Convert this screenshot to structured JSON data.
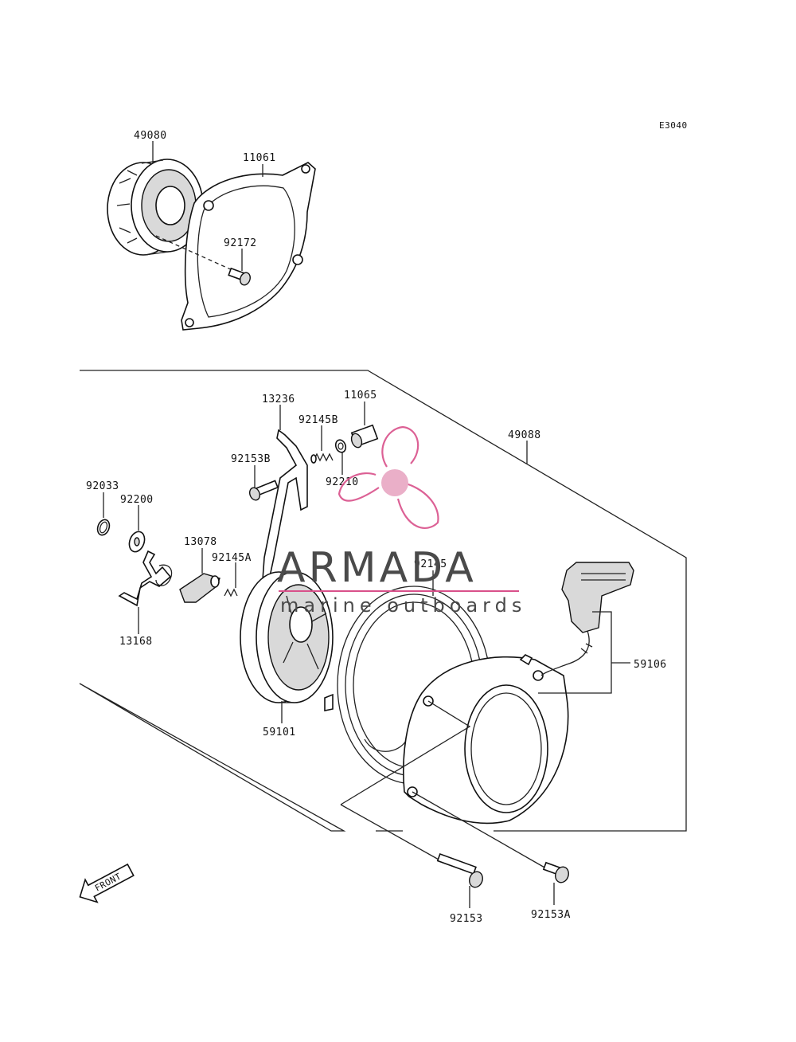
{
  "diagram_code": "E3040",
  "front_label": "FRONT",
  "watermark": {
    "brand": "ARMADA",
    "tagline": "marine outboards",
    "logo_color": "#d9508a"
  },
  "parts": {
    "p49080": "49080",
    "p11061": "11061",
    "p92172": "92172",
    "p13236": "13236",
    "p11065": "11065",
    "p92145B": "92145B",
    "p49088": "49088",
    "p92153B": "92153B",
    "p92210": "92210",
    "p92033": "92033",
    "p92200": "92200",
    "p13078": "13078",
    "p92145A": "92145A",
    "p92145": "92145",
    "p13168": "13168",
    "p59106": "59106",
    "p59101": "59101",
    "p92153": "92153",
    "p92153A": "92153A"
  }
}
